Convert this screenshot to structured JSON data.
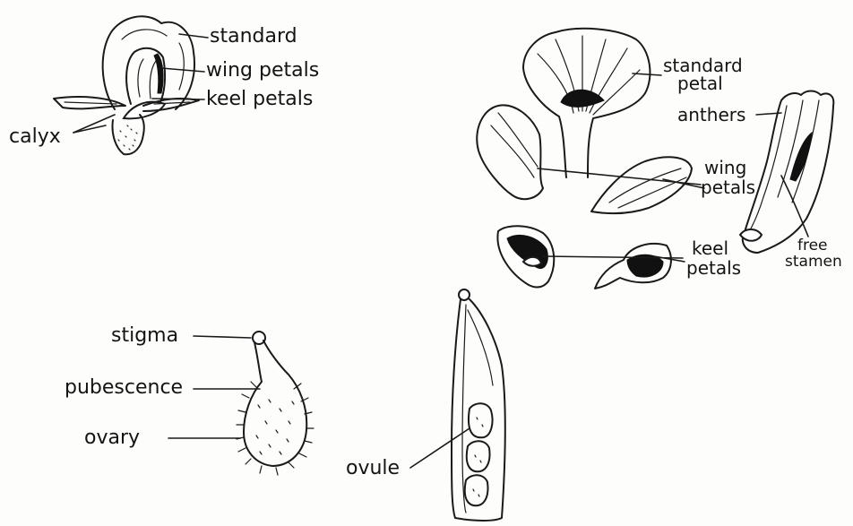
{
  "labels": {
    "standard": "standard",
    "wing_petals": "wing petals",
    "keel_petals": "keel petals",
    "calyx": "calyx",
    "standard_petal_line1": "standard",
    "standard_petal_line2": "petal",
    "anthers": "anthers",
    "wing_line1": "wing",
    "wing_line2": "petals",
    "keel_line1": "keel",
    "keel_line2": "petals",
    "free_line1": "free",
    "free_line2": "stamen",
    "stigma": "stigma",
    "pubescence": "pubescence",
    "ovary": "ovary",
    "ovule": "ovule"
  }
}
